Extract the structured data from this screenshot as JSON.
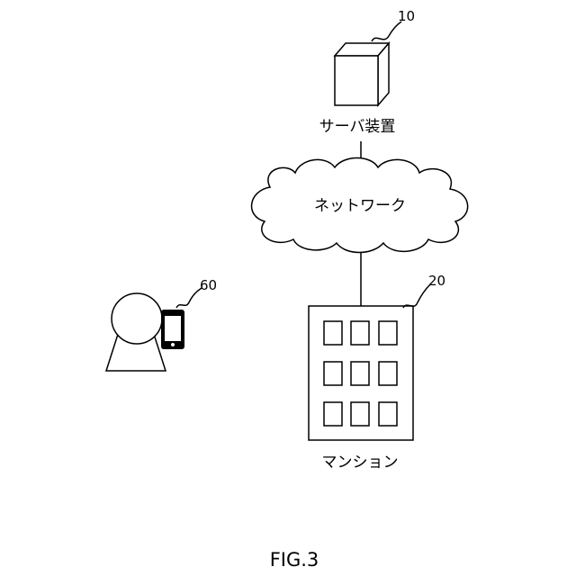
{
  "server": {
    "number": "10",
    "label": "サーバ装置"
  },
  "network": {
    "label": "ネットワーク"
  },
  "building": {
    "number": "20",
    "label": "マンション",
    "window_count": 9
  },
  "user": {
    "number": "60"
  },
  "figure": {
    "caption": "FIG.3"
  }
}
